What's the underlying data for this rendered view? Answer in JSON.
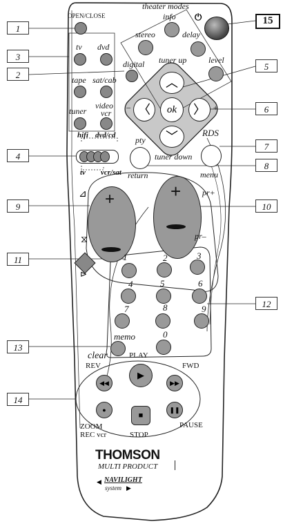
{
  "callouts": [
    "1",
    "2",
    "3",
    "4",
    "5",
    "6",
    "7",
    "8",
    "9",
    "10",
    "11",
    "12",
    "13",
    "14",
    "15"
  ],
  "buttons": {
    "open_close": "OPEN/CLOSE",
    "theater_modes": "theater modes",
    "tv": "tv",
    "dvd": "dvd",
    "digital": "digital",
    "tape": "tape",
    "sat_cab": "sat/cab",
    "tuner": "tuner",
    "video_vcr_line1": "video",
    "video_vcr_line2": "vcr",
    "info": "info",
    "stereo": "stereo",
    "delay": "delay",
    "level": "level",
    "tuner_up": "tuner up",
    "tuner_down": "tuner down",
    "ok": "ok",
    "minus": "–",
    "plus": "+",
    "pty": "pty",
    "rds": "RDS",
    "return": "return",
    "menu": "menu",
    "hifi": "hifi",
    "dvd_cd": "dvd/cd",
    "tv_small": "tv",
    "vcr_sat": "vcr/sat",
    "vol_plus": "+",
    "pr_plus_sym": "+",
    "pr_plus": "pr+",
    "pr_minus": "pr–",
    "digits": [
      "1",
      "2",
      "3",
      "4",
      "5",
      "6",
      "7",
      "8",
      "9",
      "0"
    ],
    "memo": "memo",
    "clear": "clear",
    "rev": "REV",
    "play": "PLAY",
    "fwd": "FWD",
    "zoom": "ZOOM",
    "rec_vcr": "REC vcr",
    "stop": "STOP",
    "pause": "PAUSE"
  },
  "brand": {
    "name": "THOMSON",
    "sub": "MULTI PRODUCT",
    "navilight": "NAVILIGHT",
    "system": "system"
  }
}
